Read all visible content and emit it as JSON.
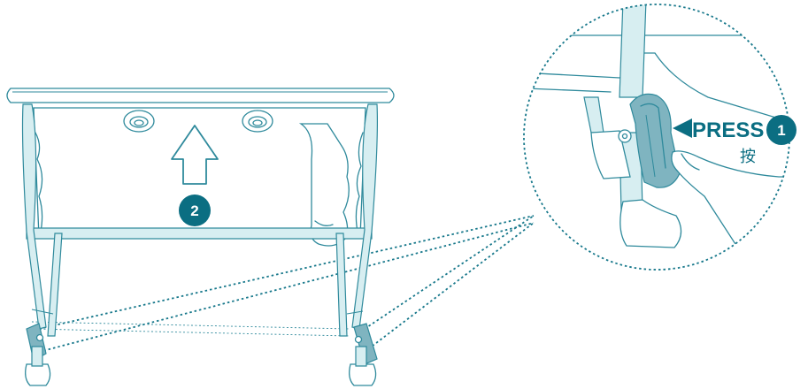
{
  "step_1": {
    "number": "1",
    "action": "PRESS",
    "action_zh": "按"
  },
  "step_2": {
    "number": "2"
  },
  "colors": {
    "accent": "#0b6e82",
    "line": "#2f8a9c",
    "tube_fill": "#d7eef1",
    "clip_fill": "#7fb4c0"
  },
  "icons": {
    "press_arrow": "left-pointing-triangle-icon",
    "lift_arrow": "up-arrow-icon"
  }
}
